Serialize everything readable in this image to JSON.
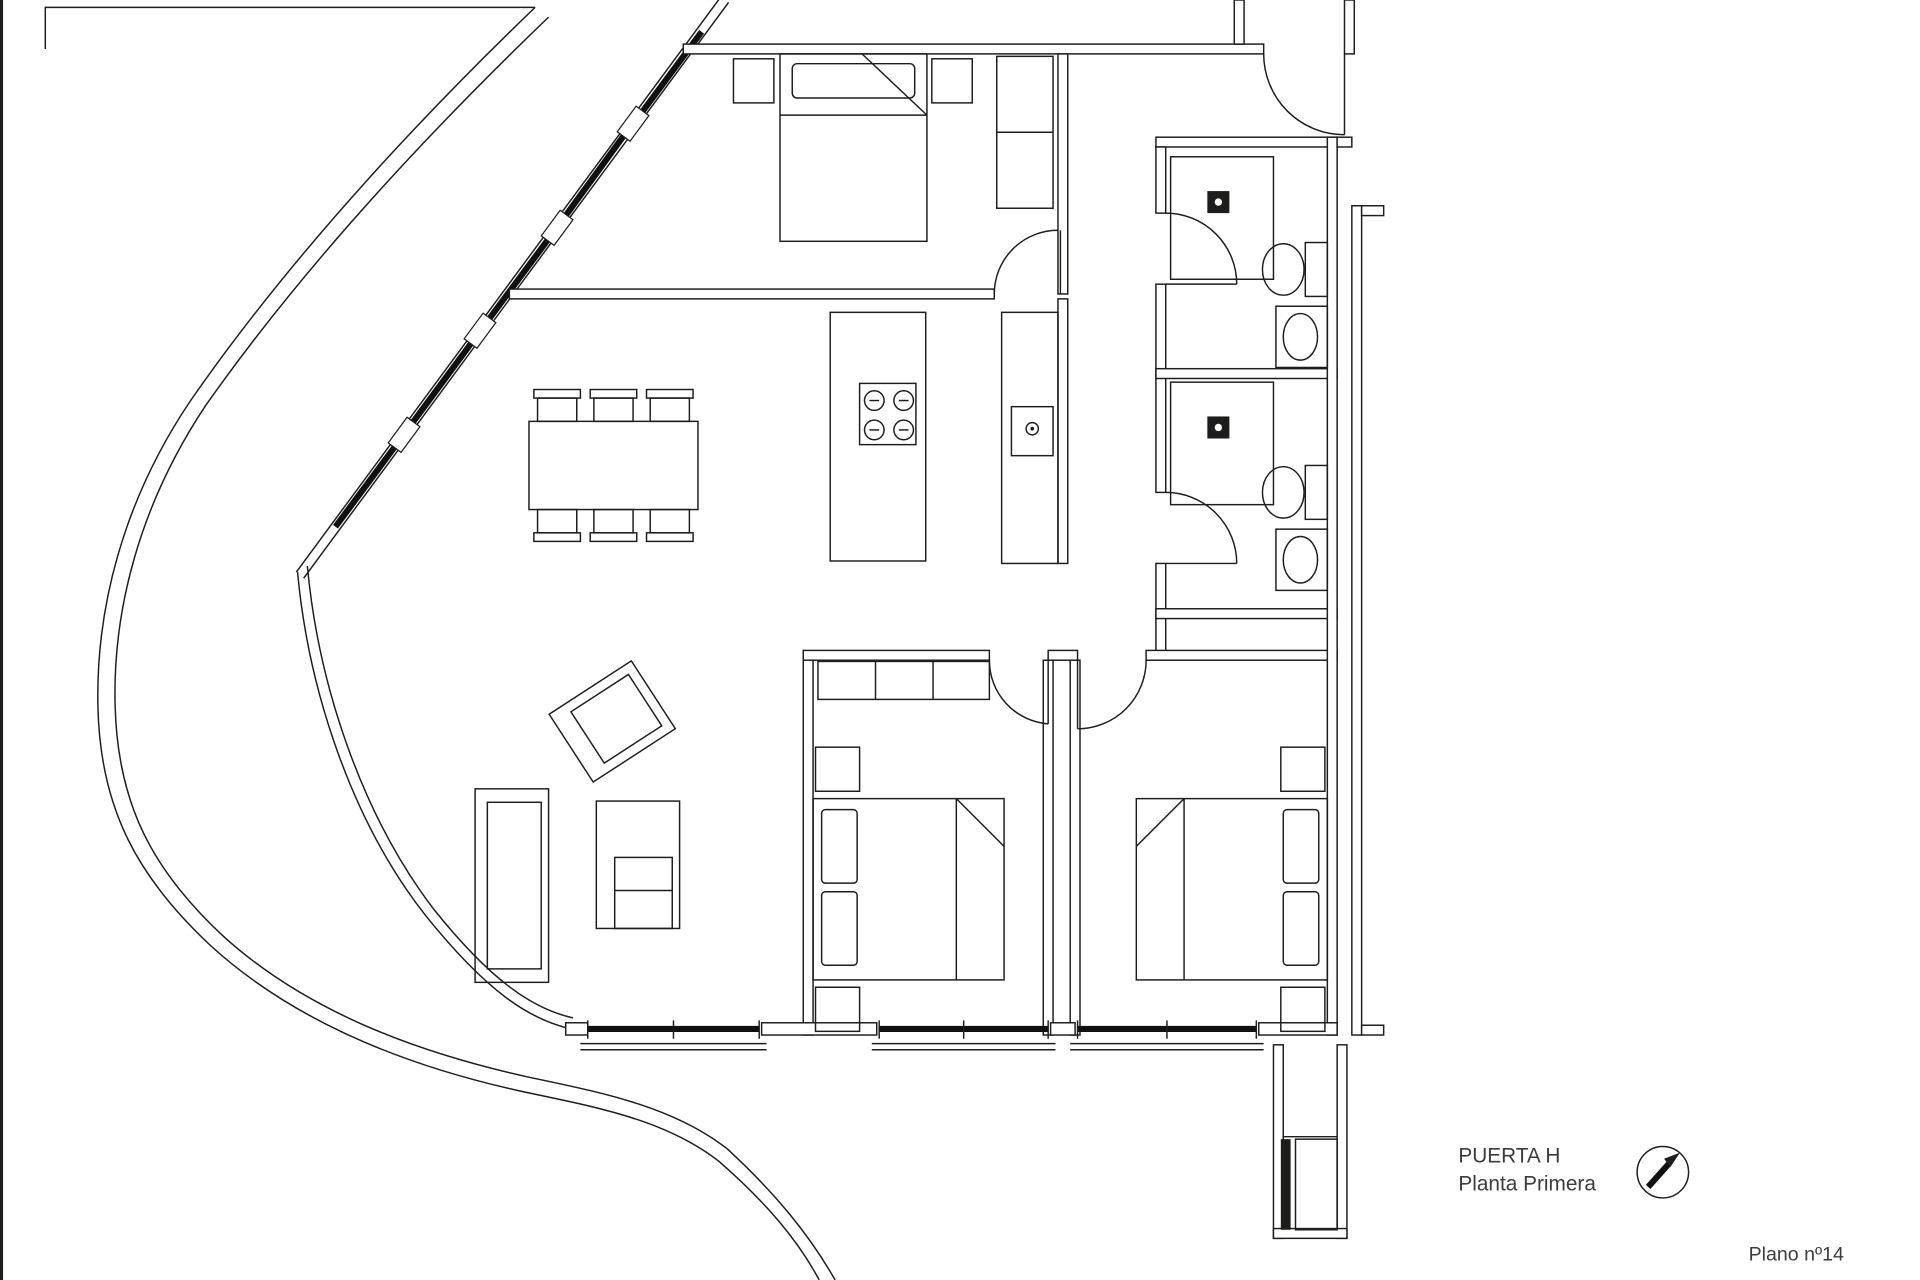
{
  "titleblock": {
    "door_label": "PUERTA H",
    "floor_label": "Planta Primera",
    "plan_number": "Plano nº14"
  },
  "icons": {
    "compass": "north-arrow-icon"
  },
  "colors": {
    "background": "#ffffff",
    "line": "#1d1d1b",
    "glazing": "#101010",
    "text": "#3c3c3b"
  }
}
